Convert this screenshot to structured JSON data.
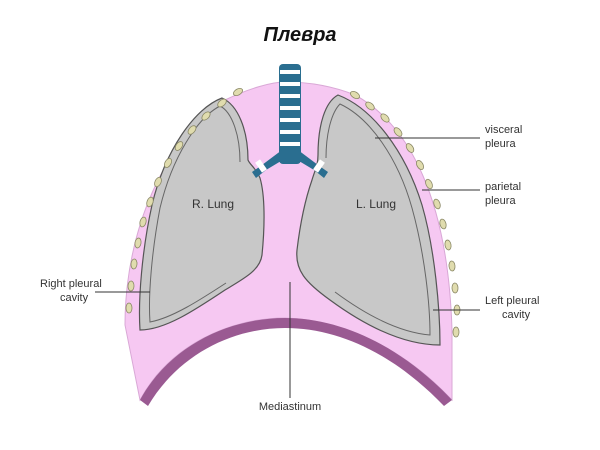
{
  "title": "Плевра",
  "labels": {
    "r_lung": "R. Lung",
    "l_lung": "L. Lung",
    "visceral_1": "visceral",
    "visceral_2": "pleura",
    "parietal_1": "parietal",
    "parietal_2": "pleura",
    "right_cavity_1": "Right pleural",
    "right_cavity_2": "cavity",
    "left_cavity_1": "Left pleural",
    "left_cavity_2": "cavity",
    "mediastinum": "Mediastinum"
  },
  "colors": {
    "pleural_cavity": "#f6c8f2",
    "lung": "#c8c8c8",
    "lung_outline": "#555555",
    "trachea": "#2a6e90",
    "rib": "#e0dcae",
    "diaphragm": "#9a5a92"
  }
}
